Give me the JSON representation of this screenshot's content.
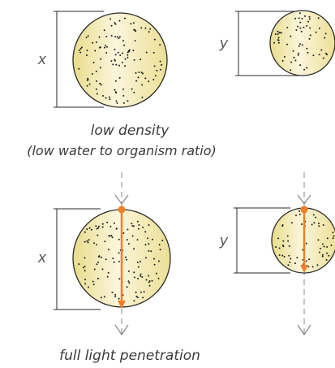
{
  "panels": {
    "top": {
      "caption": "low density",
      "subcaption": "(low water to organism ratio)",
      "left_label": "x",
      "right_label": "y"
    },
    "bottom": {
      "caption": "full light penetration",
      "left_label": "x",
      "right_label": "y"
    }
  },
  "colors": {
    "organism_fill_light": "#fbf6dc",
    "organism_fill_dark": "#e9dc8c",
    "outline": "#2a2a2a",
    "light_ray": "#f07f2a",
    "dashed_axis": "#8a8a8a",
    "dots": "#1e1e1e"
  }
}
